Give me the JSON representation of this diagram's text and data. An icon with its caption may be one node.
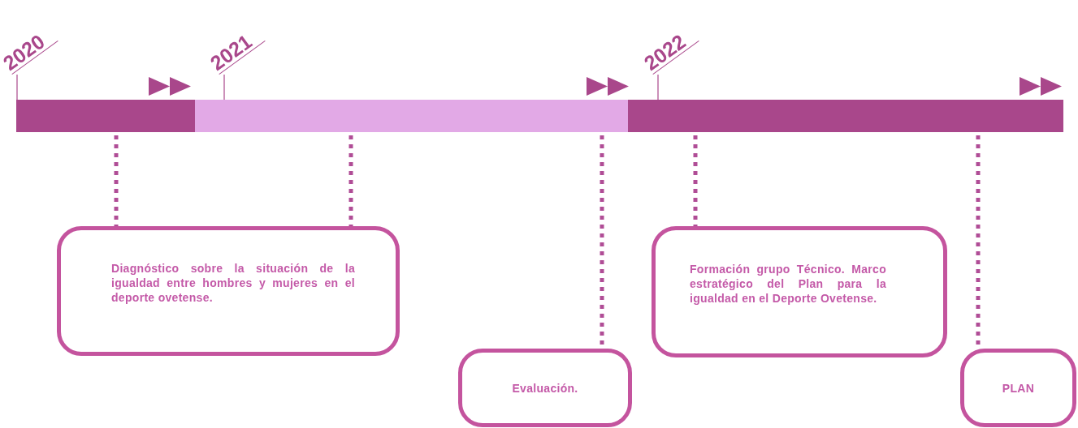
{
  "diagram": {
    "nodes": [
      {
        "text": [],
        "shape": "bar"
      },
      {
        "text": [],
        "shape": "bar"
      },
      {
        "text": [],
        "shape": "bar"
      },
      {
        "text": [
          "Diagnóstico sobre la situación de la igualdad entre hombres y mujeres en el deporte ovetense."
        ]
      },
      {
        "text": [
          "Evaluación."
        ]
      },
      {
        "text": [
          "Formación grupo Técnico. Marco estratégico del Plan para la igualdad en el Deporte Ovetense."
        ]
      },
      {
        "text": [
          "PLAN"
        ]
      }
    ],
    "edges": [
      {
        "from": 0,
        "to": 3,
        "arrow": "none",
        "style": "dashed"
      },
      {
        "from": 1,
        "to": 3,
        "arrow": "none",
        "style": "dashed"
      },
      {
        "from": 1,
        "to": 4,
        "arrow": "none",
        "style": "dashed"
      },
      {
        "from": 2,
        "to": 5,
        "arrow": "none",
        "style": "dashed"
      },
      {
        "from": 2,
        "to": 6,
        "arrow": "none",
        "style": "dashed"
      }
    ],
    "labels": [
      "2020",
      "2021",
      "2022"
    ]
  }
}
